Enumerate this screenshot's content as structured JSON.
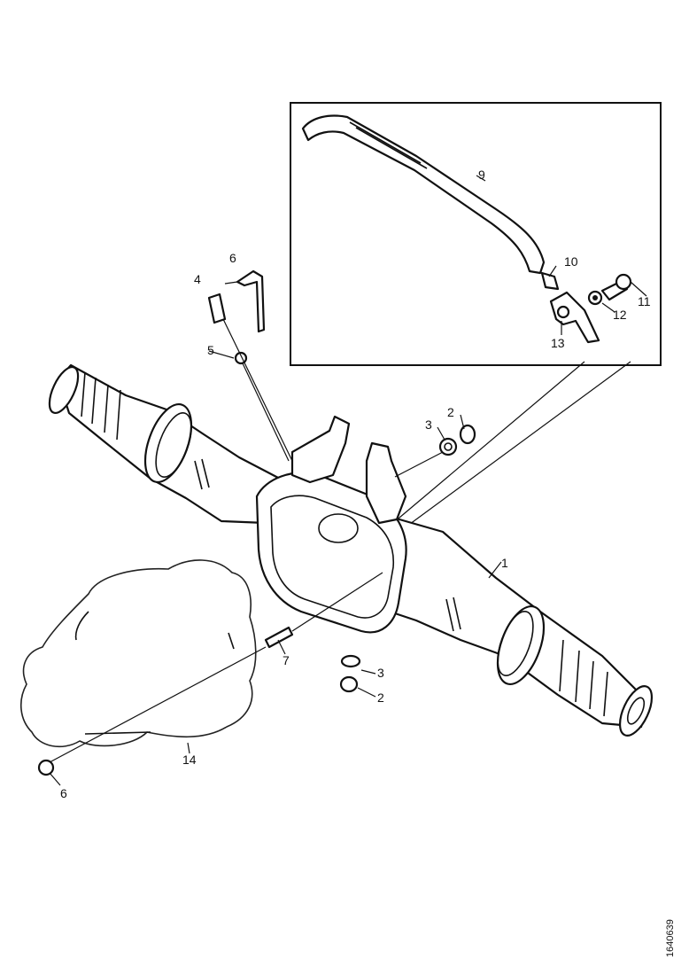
{
  "callouts": {
    "c1": "1",
    "c2a": "2",
    "c2b": "2",
    "c3a": "3",
    "c3b": "3",
    "c4": "4",
    "c5": "5",
    "c6a": "6",
    "c6b": "6",
    "c7": "7",
    "c9": "9",
    "c10": "10",
    "c11": "11",
    "c12": "12",
    "c13": "13",
    "c14": "14"
  },
  "figure_code": "1640639"
}
